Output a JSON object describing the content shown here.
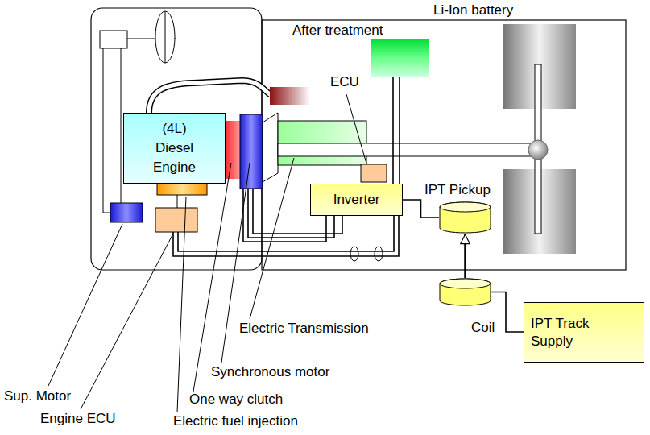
{
  "diagram": {
    "nodes": [
      {
        "text": [
          "(4L) Diesel Engine"
        ]
      },
      {
        "text": [
          "Inverter"
        ]
      },
      {
        "text": [
          "IPT Pickup"
        ]
      },
      {
        "text": [
          "Coil"
        ]
      },
      {
        "text": [
          "IPT Track Supply"
        ]
      }
    ],
    "edges": [
      {
        "from": 1,
        "to": 2,
        "arrow": "none"
      },
      {
        "from": 3,
        "to": 2,
        "arrow": "to"
      },
      {
        "from": 3,
        "to": 4,
        "arrow": "none"
      }
    ],
    "labels": [
      "Li-Ion battery",
      "After treatment",
      "ECU",
      "Sup. Motor",
      "Engine ECU",
      "One way clutch",
      "Electric fuel injection",
      "Synchronous motor",
      "Electric Transmission"
    ]
  }
}
